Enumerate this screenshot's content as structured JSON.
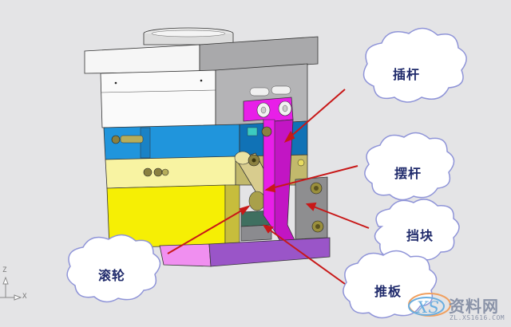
{
  "diagram": {
    "subject": "Mold swing-lever (摆杆) ejection mechanism, 3D CAD view",
    "labels": [
      {
        "id": "insert-rod",
        "text": "插杆",
        "color": "#e81fe8"
      },
      {
        "id": "swing-lever",
        "text": "摆杆",
        "color": "#d9cc8a"
      },
      {
        "id": "stop-block",
        "text": "挡块",
        "color": "#8a8a8c"
      },
      {
        "id": "roller",
        "text": "滚轮",
        "color": "#c9c060"
      },
      {
        "id": "push-plate",
        "text": "推板",
        "color": "#3d6a5a"
      }
    ],
    "plate_colors": {
      "top_clamp_plate": "#f4f4f4",
      "cavity_plate": "#f8f8f8",
      "blue_plate": "#1e8fd6",
      "pale_yellow_plate": "#f7f29a",
      "yellow_plate": "#f6f000",
      "bottom_pink": "#f08ff0",
      "bottom_purple": "#9a55c8",
      "insert_rod": "#e81fe8"
    },
    "arrow_color": "#c81818",
    "cloud_border": "#8f94d8"
  },
  "axis": {
    "z": "Z",
    "x": "X"
  },
  "watermark": {
    "cn": "资料网",
    "en": "ZL.XS1616.COM",
    "logo": "XS"
  }
}
